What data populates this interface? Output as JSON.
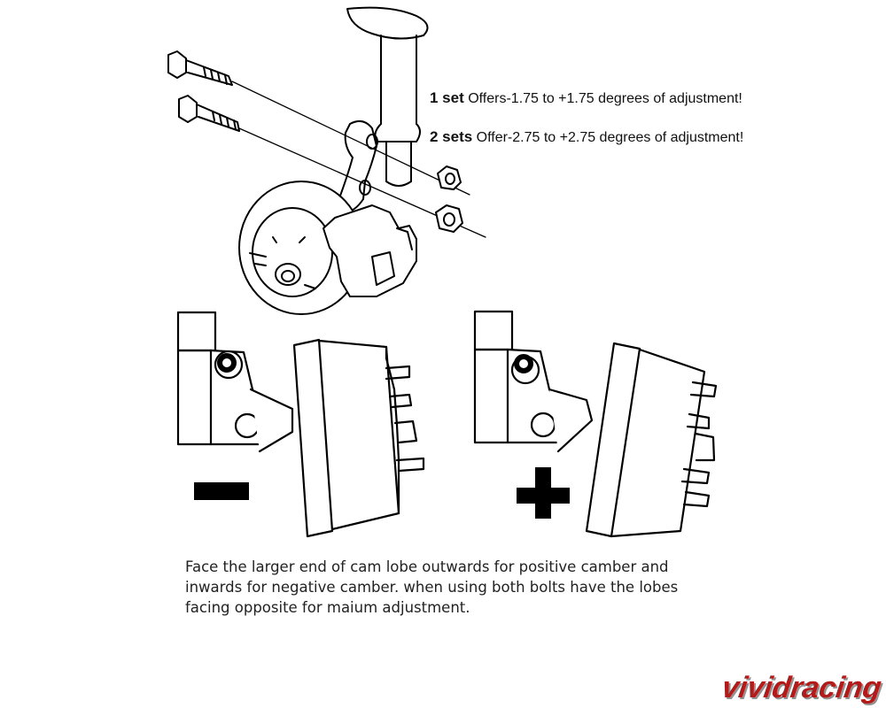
{
  "specs": [
    {
      "count": "1 set",
      "text": " Offers-1.75 to +1.75 degrees of adjustment!"
    },
    {
      "count": "2 sets",
      "text": " Offer-2.75 to +2.75 degrees of adjustment!"
    }
  ],
  "signs": {
    "negative": "minus-sign",
    "positive": "plus-sign"
  },
  "caption": [
    "Face the larger end of cam lobe outwards for positive camber and",
    "inwards for negative camber. when using both bolts have the lobes",
    "facing opposite for maium adjustment."
  ],
  "logo": {
    "text": "vividracing",
    "color_main": "#b31b1b",
    "color_dark": "#3a3a3a"
  },
  "colors": {
    "line": "#000000",
    "text": "#222222"
  }
}
